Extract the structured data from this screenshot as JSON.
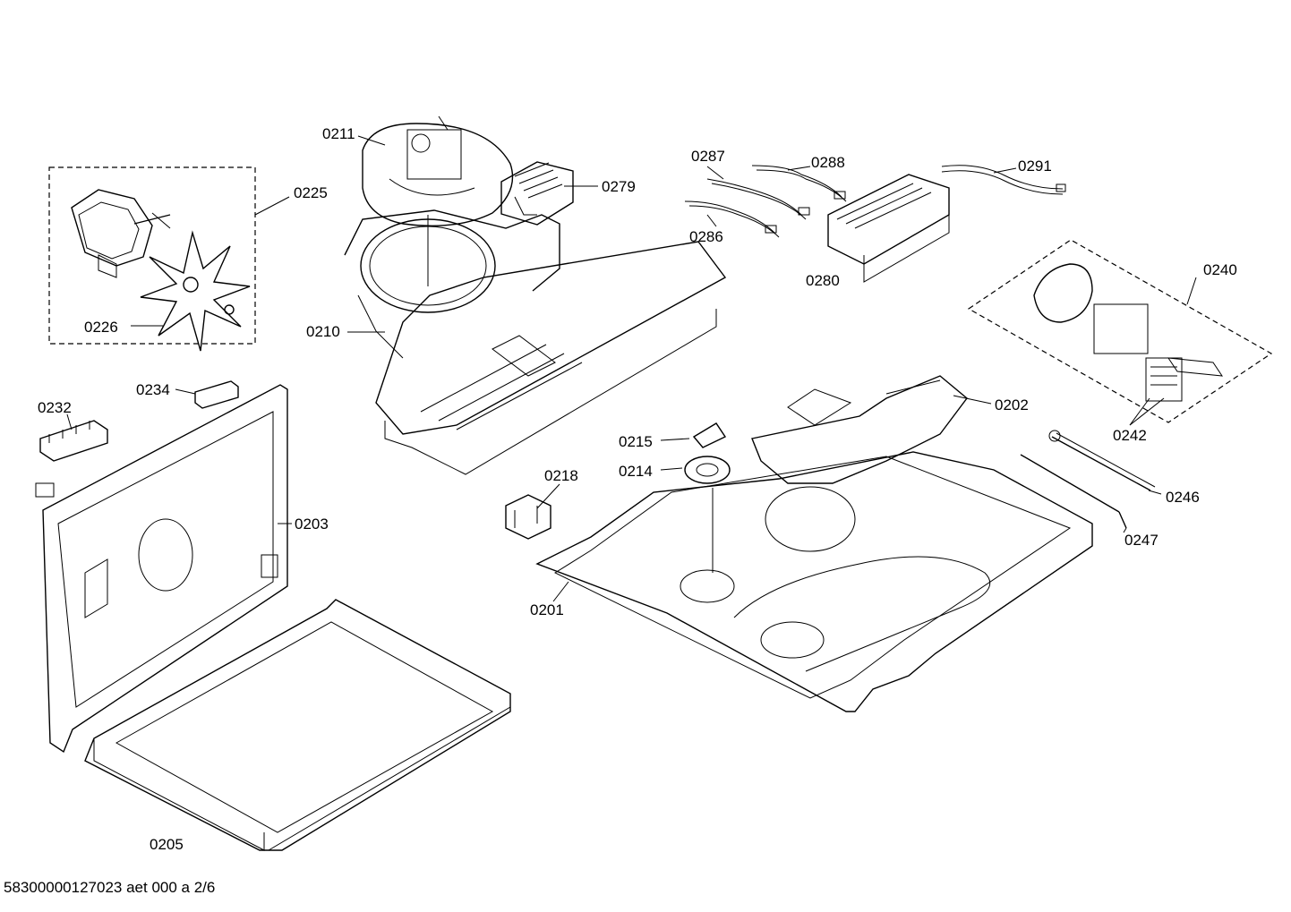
{
  "footer": "58300000127023 aet 000 a 2/6",
  "labels": {
    "l0211": "0211",
    "l0225": "0225",
    "l0226": "0226",
    "l0279": "0279",
    "l0287": "0287",
    "l0288": "0288",
    "l0286": "0286",
    "l0291": "0291",
    "l0280": "0280",
    "l0240": "0240",
    "l0210": "0210",
    "l0234": "0234",
    "l0232": "0232",
    "l0202": "0202",
    "l0242": "0242",
    "l0215": "0215",
    "l0214": "0214",
    "l0218": "0218",
    "l0246": "0246",
    "l0247": "0247",
    "l0203": "0203",
    "l0201": "0201",
    "l0205": "0205"
  }
}
